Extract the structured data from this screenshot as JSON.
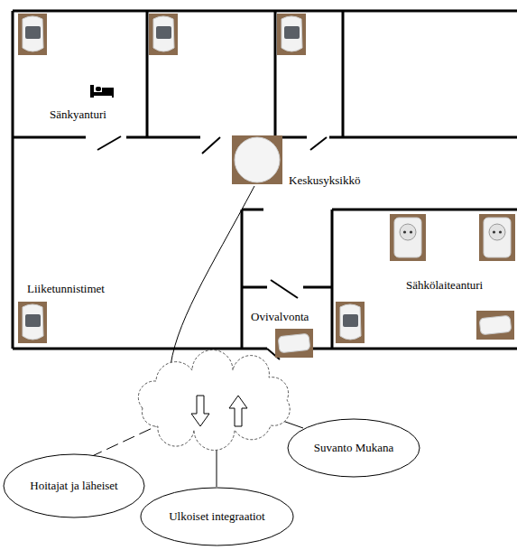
{
  "diagram": {
    "nodes": [
      {
        "text": [
          "Hoitajat ja läheiset"
        ]
      },
      {
        "text": [
          "Ulkoiset integraatiot"
        ]
      },
      {
        "text": [
          "Suvanto Mukana"
        ]
      }
    ],
    "labels": [
      "Sänkyanturi",
      "Keskusyksikkö",
      "Liiketunnistimet",
      "Ovivalvonta",
      "Sähkölaiteanturi"
    ]
  }
}
